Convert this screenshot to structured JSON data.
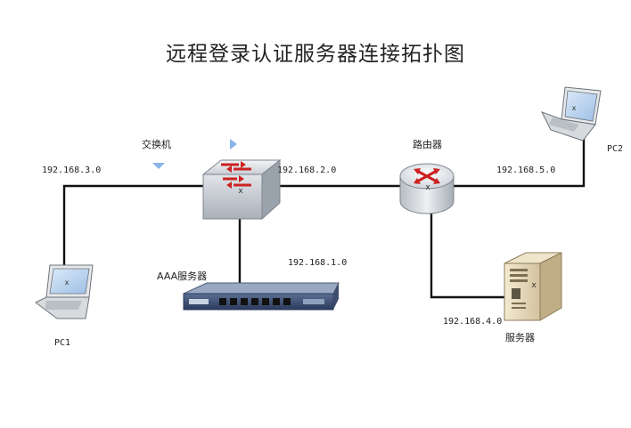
{
  "title": "远程登录认证服务器连接拓扑图",
  "nodes": {
    "switch_label": "交换机",
    "router_label": "路由器",
    "aaa_label": "AAA服务器",
    "server_label": "服务器",
    "pc1_label": "PC1",
    "pc2_label": "PC2"
  },
  "subnets": {
    "pc1_switch": "192.168.3.0",
    "switch_router": "192.168.2.0",
    "switch_aaa": "192.168.1.0",
    "router_pc2": "192.168.5.0",
    "router_server": "192.168.4.0"
  },
  "colors": {
    "link": "#111111",
    "router_arrow": "#cc2222",
    "marker": "#8ab4e8",
    "device_body": "#d9dde2"
  },
  "icons": [
    "laptop-icon",
    "switch-icon",
    "router-icon",
    "rack-server-icon",
    "tower-server-icon"
  ]
}
